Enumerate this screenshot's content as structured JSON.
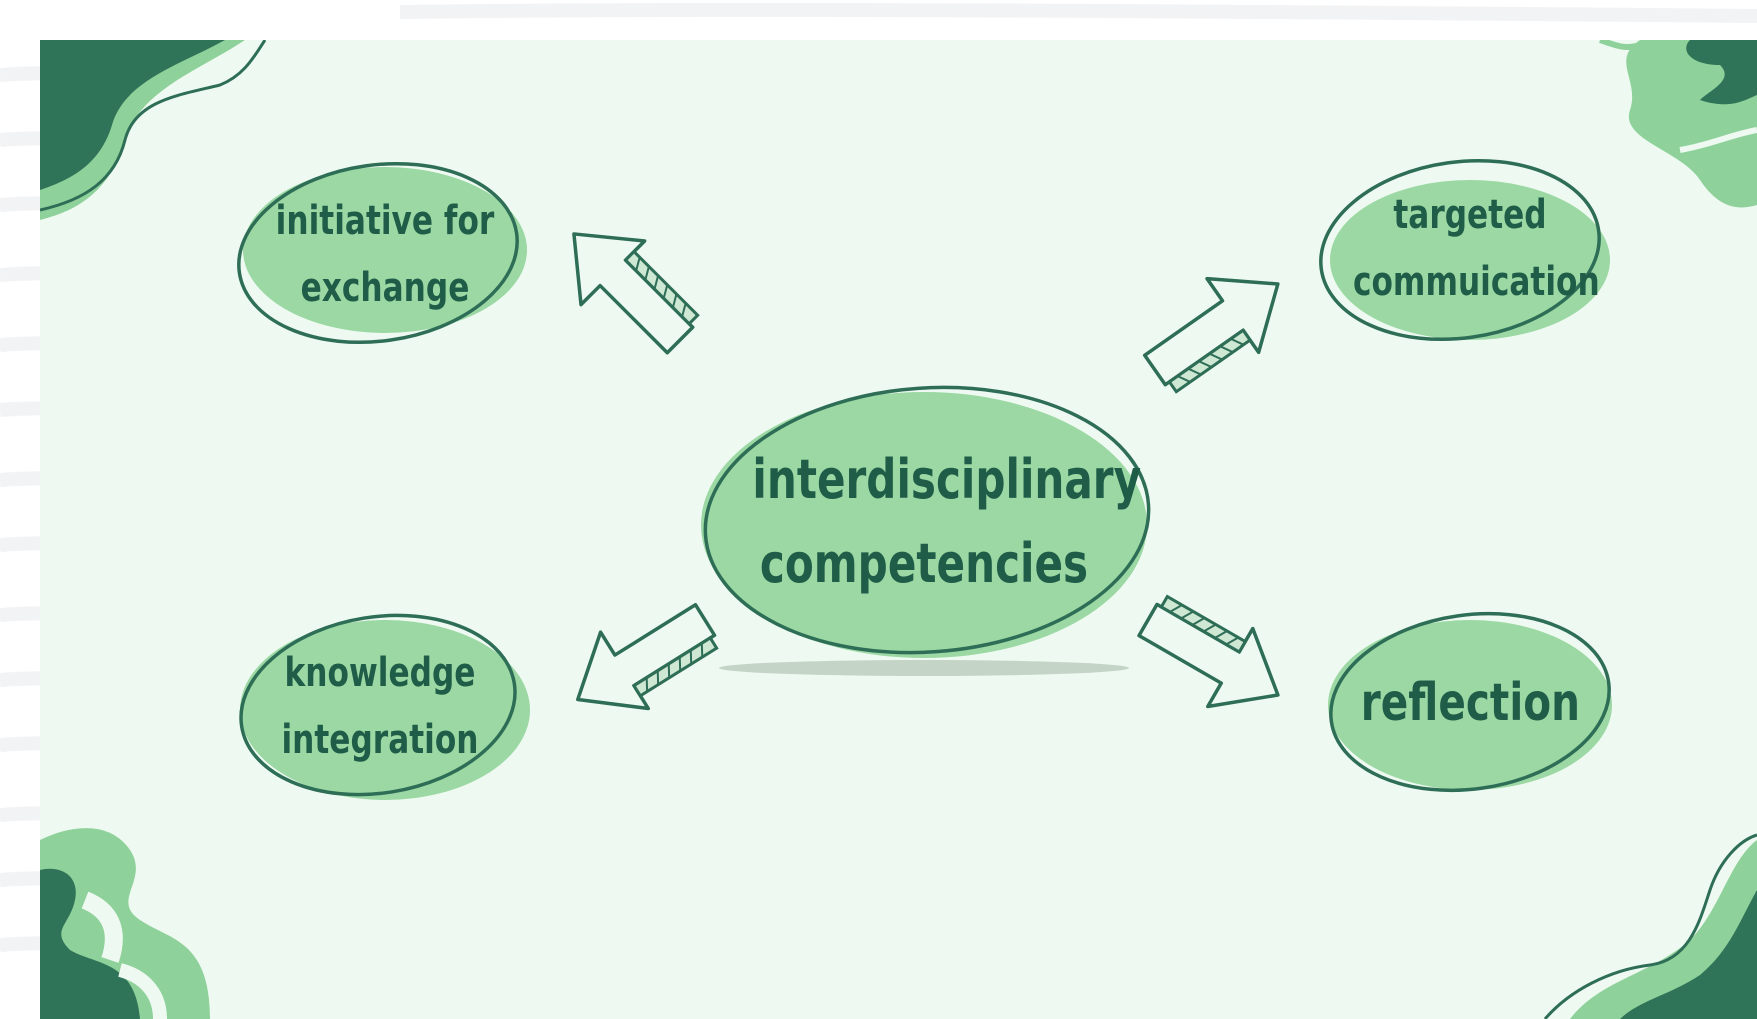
{
  "diagram": {
    "center": {
      "line1": "interdisciplinary",
      "line2": "competencies"
    },
    "nodes": {
      "top_left": {
        "line1": "initiative for",
        "line2": "exchange"
      },
      "top_right": {
        "line1": "targeted",
        "line2": "commuication"
      },
      "bottom_left": {
        "line1": "knowledge",
        "line2": "integration"
      },
      "bottom_right": {
        "line1": "reflection"
      }
    }
  },
  "colors": {
    "background": "#eefaf1",
    "ellipse_fill": "#9bd8a3",
    "outline": "#2e6e57",
    "text": "#1f5d48",
    "dark_blob": "#2f7458",
    "light_blob": "#8fd19a"
  }
}
